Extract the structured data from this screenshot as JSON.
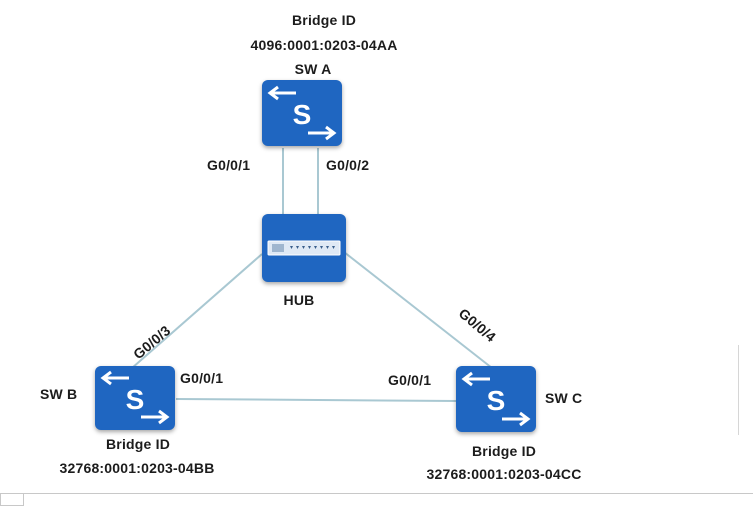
{
  "switch_a": {
    "name": "SW A",
    "bridge_id_label": "Bridge ID",
    "bridge_id": "4096:0001:0203-04AA",
    "icon": "switch-icon",
    "port_left": "G0/0/1",
    "port_right": "G0/0/2"
  },
  "hub": {
    "name": "HUB",
    "icon": "hub-icon"
  },
  "switch_b": {
    "name": "SW B",
    "bridge_id_label": "Bridge ID",
    "bridge_id": "32768:0001:0203-04BB",
    "icon": "switch-icon",
    "port_to_hub": "G0/0/3",
    "port_to_c": "G0/0/1"
  },
  "switch_c": {
    "name": "SW C",
    "bridge_id_label": "Bridge ID",
    "bridge_id": "32768:0001:0203-04CC",
    "icon": "switch-icon",
    "port_to_hub": "G0/0/4",
    "port_to_b": "G0/0/1"
  },
  "colors": {
    "device_fill": "#1f66c1",
    "link_line": "#a9c8d2"
  }
}
